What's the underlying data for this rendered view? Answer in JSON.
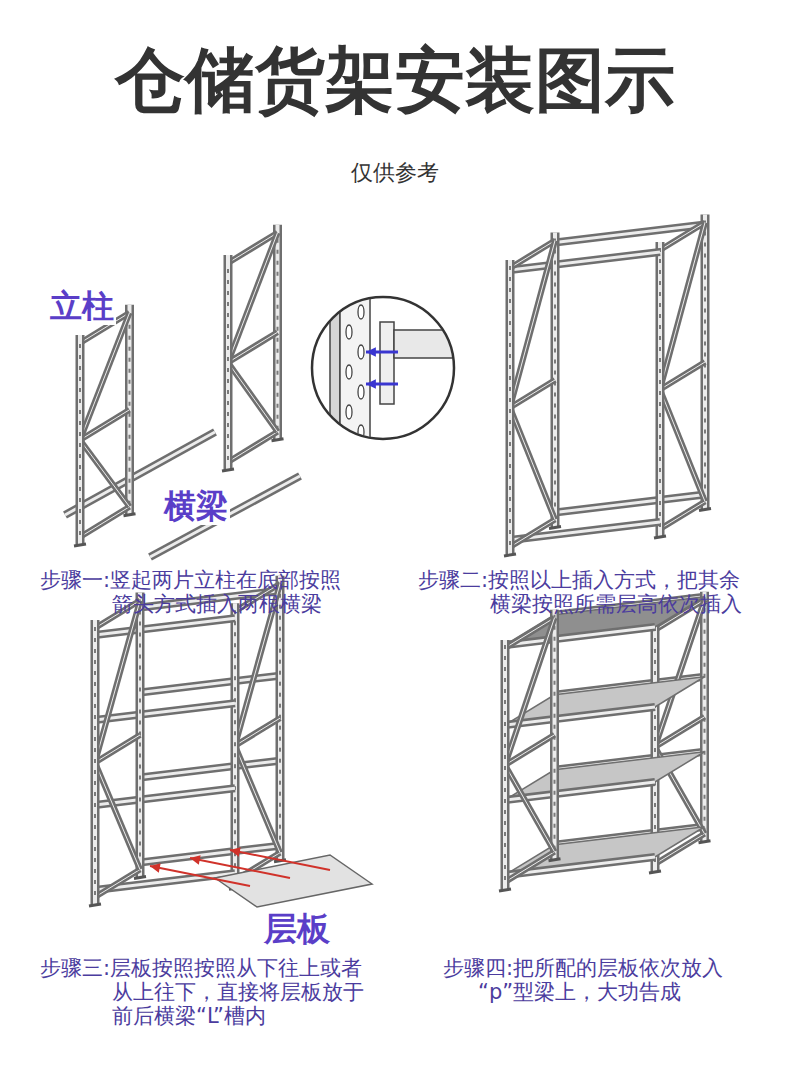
{
  "diagram": {
    "title": "仓储货架安装图示",
    "labels": [
      "仅供参考",
      "立柱",
      "横梁",
      "步骤一:竖起两片立柱在底部按照箭头方式插入两根横梁",
      "步骤二:按照以上插入方式，把其余横梁按照所需层高依次插入",
      "层板",
      "步骤三:层板按照按照从下往上或者从上往下，直接将层板放于前后横梁“L”槽内",
      "步骤四:把所配的层板依次放入“p”型梁上，大功告成"
    ]
  }
}
